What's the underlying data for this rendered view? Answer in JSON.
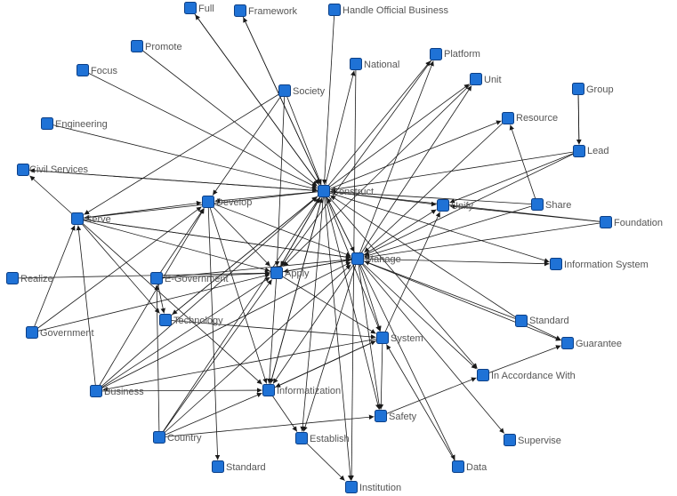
{
  "graph": {
    "node_color": "#1f72d6",
    "edge_color": "#1a1a1a",
    "label_color": "#555555",
    "nodes": [
      {
        "id": "full",
        "label": "Full"
      },
      {
        "id": "framework",
        "label": "Framework"
      },
      {
        "id": "handle",
        "label": "Handle Official Business"
      },
      {
        "id": "promote",
        "label": "Promote"
      },
      {
        "id": "platform",
        "label": "Platform"
      },
      {
        "id": "focus",
        "label": "Focus"
      },
      {
        "id": "national",
        "label": "National"
      },
      {
        "id": "unit",
        "label": "Unit"
      },
      {
        "id": "group",
        "label": "Group"
      },
      {
        "id": "society",
        "label": "Society"
      },
      {
        "id": "engineering",
        "label": "Engineering"
      },
      {
        "id": "resource",
        "label": "Resource"
      },
      {
        "id": "lead",
        "label": "Lead"
      },
      {
        "id": "civil",
        "label": "Civil Services"
      },
      {
        "id": "construct",
        "label": "Construct"
      },
      {
        "id": "develop",
        "label": "Develop"
      },
      {
        "id": "unify",
        "label": "Unify"
      },
      {
        "id": "share",
        "label": "Share"
      },
      {
        "id": "serve",
        "label": "Serve"
      },
      {
        "id": "foundation",
        "label": "Foundation"
      },
      {
        "id": "manage",
        "label": "Manage"
      },
      {
        "id": "infosys",
        "label": "Information System"
      },
      {
        "id": "realize",
        "label": "Realize"
      },
      {
        "id": "egov",
        "label": "E-Government"
      },
      {
        "id": "apply",
        "label": "Apply"
      },
      {
        "id": "technology",
        "label": "Technology"
      },
      {
        "id": "standard_r",
        "label": "Standard"
      },
      {
        "id": "government",
        "label": "Government"
      },
      {
        "id": "system",
        "label": "System"
      },
      {
        "id": "guarantee",
        "label": "Guarantee"
      },
      {
        "id": "accordance",
        "label": "In Accordance With"
      },
      {
        "id": "business",
        "label": "Business"
      },
      {
        "id": "informatization",
        "label": "Informatization"
      },
      {
        "id": "safety",
        "label": "Safety"
      },
      {
        "id": "country",
        "label": "Country"
      },
      {
        "id": "establish",
        "label": "Establish"
      },
      {
        "id": "supervise",
        "label": "Supervise"
      },
      {
        "id": "standard_b",
        "label": "Standard"
      },
      {
        "id": "data",
        "label": "Data"
      },
      {
        "id": "institution",
        "label": "Institution"
      }
    ],
    "edges": [
      [
        "full",
        "construct"
      ],
      [
        "framework",
        "construct"
      ],
      [
        "handle",
        "construct"
      ],
      [
        "promote",
        "construct"
      ],
      [
        "focus",
        "construct"
      ],
      [
        "engineering",
        "construct"
      ],
      [
        "civil",
        "construct"
      ],
      [
        "society",
        "construct"
      ],
      [
        "group",
        "lead"
      ],
      [
        "lead",
        "construct"
      ],
      [
        "share",
        "resource"
      ],
      [
        "lead",
        "manage"
      ],
      [
        "construct",
        "national"
      ],
      [
        "construct",
        "platform"
      ],
      [
        "construct",
        "unit"
      ],
      [
        "construct",
        "resource"
      ],
      [
        "construct",
        "unify"
      ],
      [
        "construct",
        "civil"
      ],
      [
        "construct",
        "full"
      ],
      [
        "construct",
        "framework"
      ],
      [
        "construct",
        "develop"
      ],
      [
        "construct",
        "serve"
      ],
      [
        "construct",
        "apply"
      ],
      [
        "construct",
        "technology"
      ],
      [
        "construct",
        "informatization"
      ],
      [
        "construct",
        "establish"
      ],
      [
        "construct",
        "institution"
      ],
      [
        "construct",
        "system"
      ],
      [
        "construct",
        "safety"
      ],
      [
        "construct",
        "manage"
      ],
      [
        "construct",
        "infosys"
      ],
      [
        "construct",
        "accordance"
      ],
      [
        "serve",
        "civil"
      ],
      [
        "serve",
        "develop"
      ],
      [
        "serve",
        "apply"
      ],
      [
        "serve",
        "manage"
      ],
      [
        "serve",
        "technology"
      ],
      [
        "serve",
        "informatization"
      ],
      [
        "society",
        "serve"
      ],
      [
        "society",
        "develop"
      ],
      [
        "society",
        "apply"
      ],
      [
        "develop",
        "manage"
      ],
      [
        "develop",
        "apply"
      ],
      [
        "develop",
        "informatization"
      ],
      [
        "develop",
        "standard_b"
      ],
      [
        "egov",
        "develop"
      ],
      [
        "egov",
        "apply"
      ],
      [
        "egov",
        "manage"
      ],
      [
        "egov",
        "technology"
      ],
      [
        "realize",
        "apply"
      ],
      [
        "government",
        "serve"
      ],
      [
        "government",
        "apply"
      ],
      [
        "government",
        "develop"
      ],
      [
        "business",
        "serve"
      ],
      [
        "business",
        "develop"
      ],
      [
        "business",
        "apply"
      ],
      [
        "business",
        "construct"
      ],
      [
        "business",
        "manage"
      ],
      [
        "business",
        "informatization"
      ],
      [
        "country",
        "egov"
      ],
      [
        "country",
        "informatization"
      ],
      [
        "country",
        "apply"
      ],
      [
        "country",
        "safety"
      ],
      [
        "country",
        "manage"
      ],
      [
        "country",
        "construct"
      ],
      [
        "manage",
        "platform"
      ],
      [
        "manage",
        "unit"
      ],
      [
        "manage",
        "unify"
      ],
      [
        "manage",
        "infosys"
      ],
      [
        "manage",
        "guarantee"
      ],
      [
        "manage",
        "accordance"
      ],
      [
        "manage",
        "supervise"
      ],
      [
        "manage",
        "data"
      ],
      [
        "manage",
        "safety"
      ],
      [
        "manage",
        "establish"
      ],
      [
        "manage",
        "informatization"
      ],
      [
        "manage",
        "apply"
      ],
      [
        "manage",
        "construct"
      ],
      [
        "manage",
        "system"
      ],
      [
        "foundation",
        "unify"
      ],
      [
        "foundation",
        "manage"
      ],
      [
        "foundation",
        "construct"
      ],
      [
        "share",
        "manage"
      ],
      [
        "share",
        "construct"
      ],
      [
        "standard_r",
        "guarantee"
      ],
      [
        "standard_r",
        "construct"
      ],
      [
        "standard_r",
        "manage"
      ],
      [
        "apply",
        "construct"
      ],
      [
        "apply",
        "manage"
      ],
      [
        "apply",
        "informatization"
      ],
      [
        "apply",
        "system"
      ],
      [
        "technology",
        "system"
      ],
      [
        "technology",
        "construct"
      ],
      [
        "system",
        "safety"
      ],
      [
        "system",
        "unify"
      ],
      [
        "system",
        "business"
      ],
      [
        "system",
        "informatization"
      ],
      [
        "accordance",
        "guarantee"
      ],
      [
        "informatization",
        "construct"
      ],
      [
        "informatization",
        "establish"
      ],
      [
        "informatization",
        "system"
      ],
      [
        "establish",
        "institution"
      ],
      [
        "data",
        "system"
      ],
      [
        "safety",
        "accordance"
      ],
      [
        "national",
        "institution"
      ],
      [
        "resource",
        "manage"
      ],
      [
        "lead",
        "unify"
      ],
      [
        "platform",
        "apply"
      ],
      [
        "unit",
        "apply"
      ],
      [
        "serve",
        "manage"
      ],
      [
        "group",
        "lead"
      ]
    ]
  }
}
